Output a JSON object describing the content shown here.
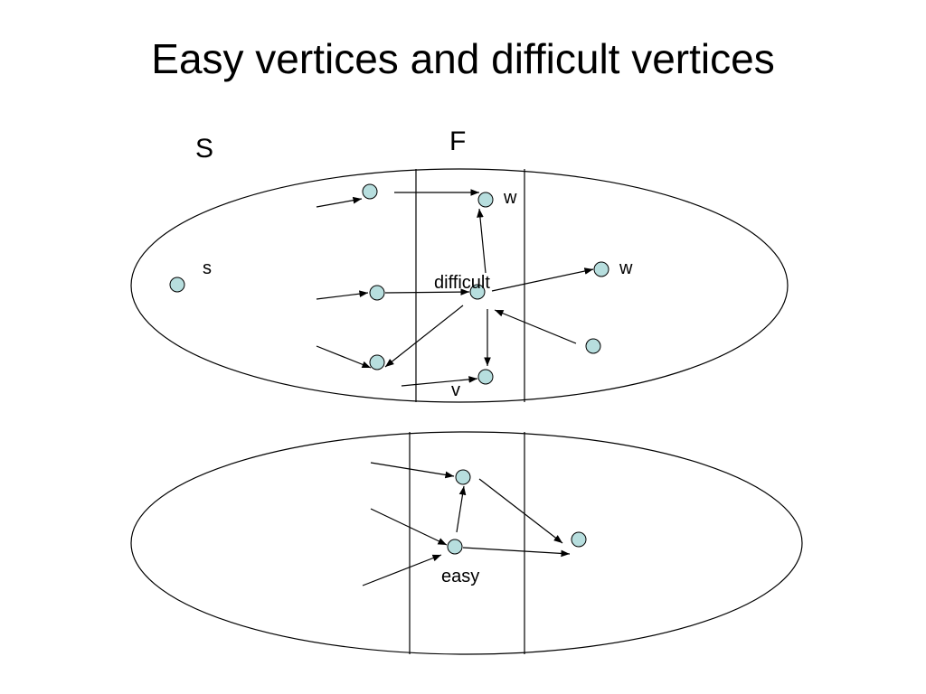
{
  "title": "Easy vertices and difficult vertices",
  "labels": {
    "set_S": "S",
    "set_F": "F",
    "vertex_s": "s",
    "vertex_w_top": "w",
    "vertex_w_right": "w",
    "difficult": "difficult",
    "vertex_v": "v",
    "easy": "easy"
  },
  "colors": {
    "node_fill": "#b7dede",
    "stroke": "#000000"
  }
}
